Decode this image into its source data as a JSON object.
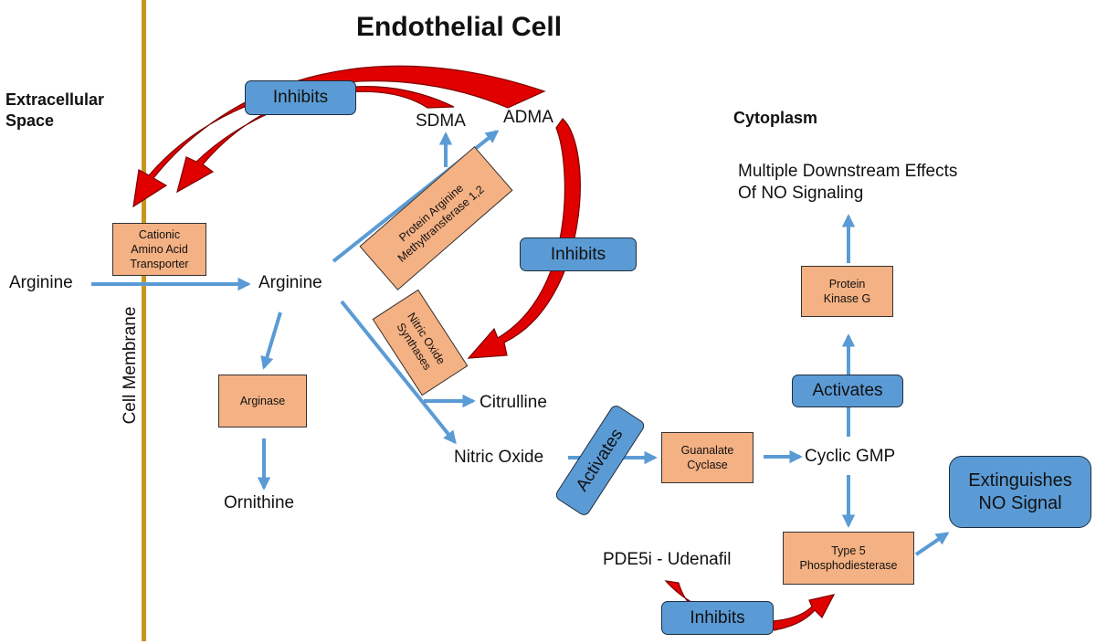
{
  "title": "Endothelial Cell",
  "regions": {
    "extracellular": "Extracellular\nSpace",
    "cytoplasm": "Cytoplasm",
    "membrane": "Cell Membrane"
  },
  "molecules": {
    "arginine_out": "Arginine",
    "arginine_in": "Arginine",
    "sdma": "SDMA",
    "adma": "ADMA",
    "citrulline": "Citrulline",
    "ornithine": "Ornithine",
    "nitric_oxide": "Nitric Oxide",
    "cyclic_gmp": "Cyclic GMP",
    "downstream": "Multiple Downstream Effects\nOf NO Signaling",
    "drug": "PDE5i - Udenafil"
  },
  "enzymes": {
    "cat": "Cationic\nAmino Acid\nTransporter",
    "prmt": "Protein Arginine\nMethyltransferase 1,2",
    "nos": "Nitric Oxide\nSynthases",
    "arginase": "Arginase",
    "gc": "Guanalate\nCyclase",
    "pkg": "Protein\nKinase G",
    "pde5": "Type 5\nPhosphodiesterase"
  },
  "actions": {
    "inhibits_top": "Inhibits",
    "inhibits_mid": "Inhibits",
    "inhibits_bottom": "Inhibits",
    "activates_no": "Activates",
    "activates_pkg": "Activates"
  },
  "final": "Extinguishes\nNO Signal",
  "colors": {
    "membrane": "#c8961e",
    "enzyme_fill": "#f4b183",
    "action_fill": "#5b9bd5",
    "arrow_blue": "#5b9bd5",
    "arrow_red": "#e00000"
  }
}
